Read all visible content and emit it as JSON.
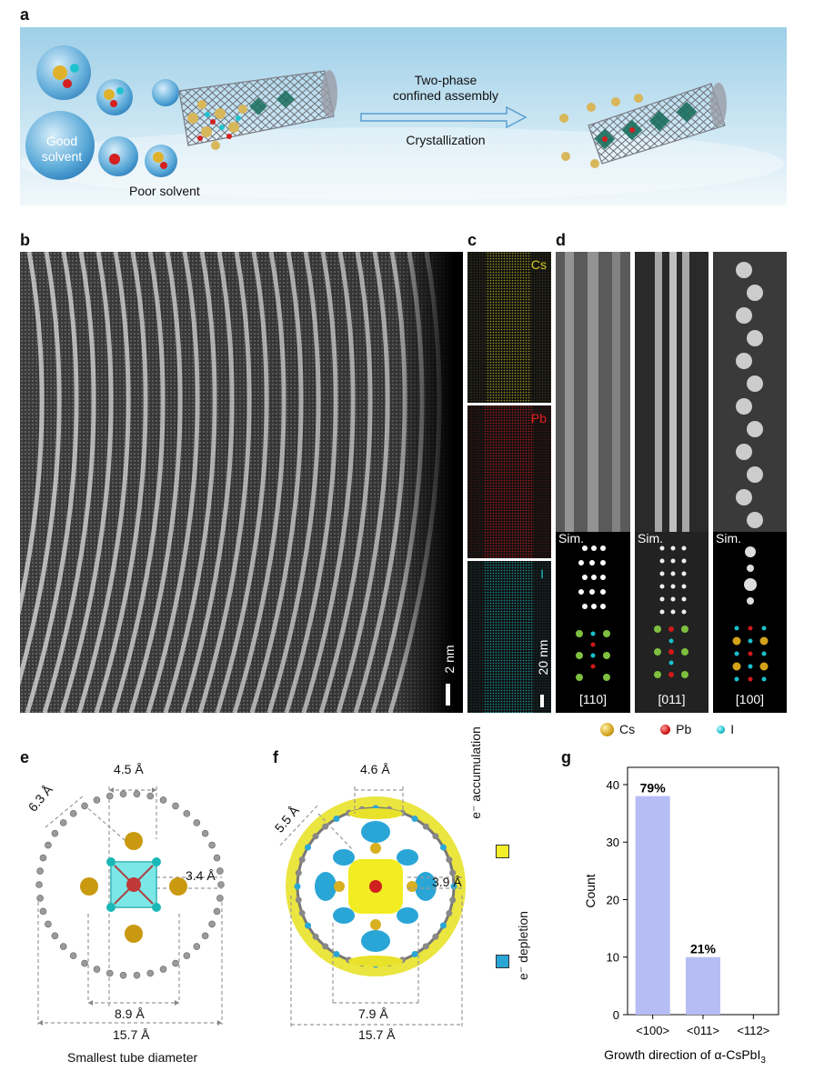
{
  "panels": {
    "a": {
      "label": "a",
      "good_solvent_line1": "Good",
      "good_solvent_line2": "solvent",
      "poor_solvent": "Poor solvent",
      "arrow_top_line1": "Two-phase",
      "arrow_top_line2": "confined assembly",
      "arrow_bottom": "Crystallization"
    },
    "b": {
      "label": "b",
      "scale": "2 nm"
    },
    "c": {
      "label": "c",
      "map1": "Cs",
      "map2": "Pb",
      "map3": "I",
      "scale": "20 nm"
    },
    "d": {
      "label": "d",
      "sim": "Sim.",
      "dir1": "[110]",
      "dir2": "[011]",
      "dir3": "[100]",
      "legend": [
        {
          "name": "Cs",
          "color": "#d4a21a"
        },
        {
          "name": "Pb",
          "color": "#d01818"
        },
        {
          "name": "I",
          "color": "#19c0cc"
        }
      ]
    },
    "e": {
      "label": "e",
      "d1": "4.5 Å",
      "d2": "6.3 Å",
      "d3": "3.4 Å",
      "d4": "8.9 Å",
      "d5": "15.7 Å",
      "caption": "Smallest tube diameter"
    },
    "f": {
      "label": "f",
      "d1": "4.6 Å",
      "d2": "5.5 Å",
      "d3": "3.9 Å",
      "d4": "7.9 Å",
      "d5": "15.7 Å",
      "legend_accum": "e⁻ accumulation",
      "legend_depl": "e⁻ depletion",
      "accum_color": "#f5ee2a",
      "depl_color": "#2aa6d6"
    },
    "g": {
      "label": "g"
    }
  },
  "chart_data": {
    "type": "bar",
    "categories": [
      "<100>",
      "<011>",
      "<112>"
    ],
    "values": [
      38,
      10,
      0
    ],
    "data_labels": [
      "79%",
      "21%",
      ""
    ],
    "xlabel": "Growth direction of α-CsPbI",
    "xlabel_sub": "3",
    "ylabel": "Count",
    "ylim": [
      0,
      43
    ],
    "yticks": [
      0,
      10,
      20,
      30,
      40
    ],
    "bar_color": "#b6bdf5",
    "grid": false
  }
}
